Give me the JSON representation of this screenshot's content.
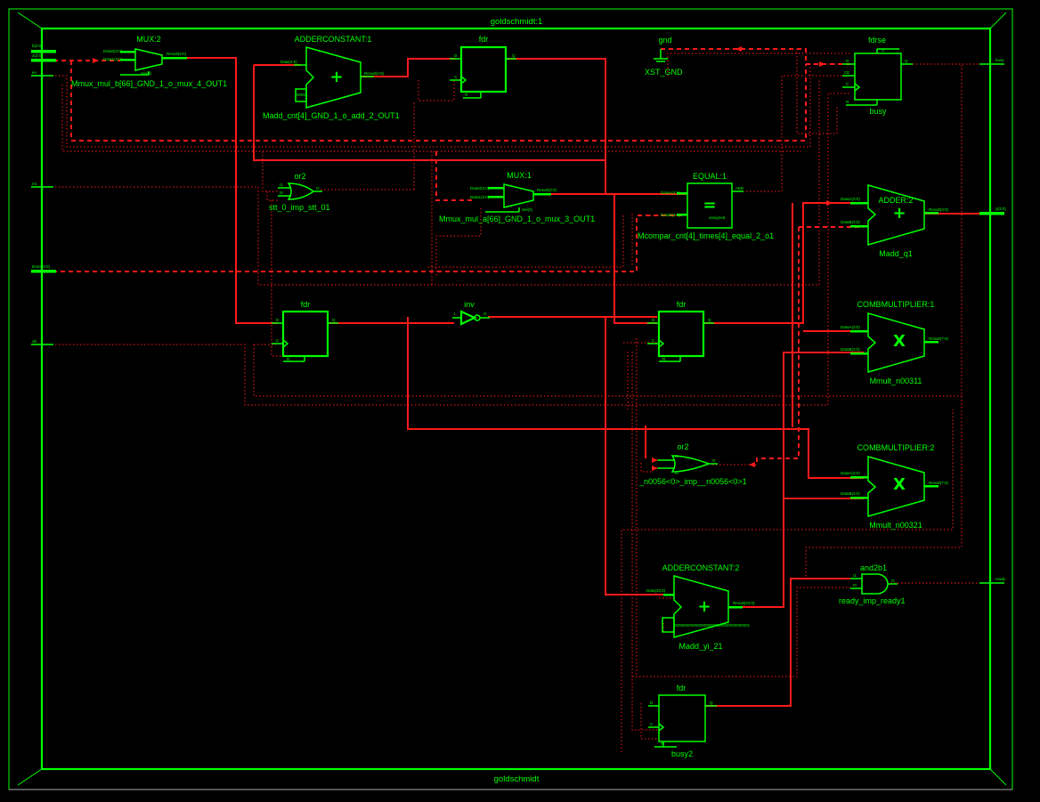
{
  "top_title": "goldschmidt:1",
  "bottom_title": "goldschmidt",
  "ports": {
    "in": [
      "b(3:0)",
      "a(3:0)",
      "en",
      "rst",
      "times(3:0)",
      "clk"
    ],
    "out": [
      "busy",
      "q(3:0)",
      "ready"
    ]
  },
  "blocks": {
    "mux2": {
      "title": "MUX:2",
      "name": "Mmux_mul_b[66]_GND_1_o_mux_4_OUT1",
      "pins": [
        "Data0(3:0)",
        "Data1(3:0)",
        "Sel(0)",
        "Result(3:0)"
      ]
    },
    "addconst1": {
      "title": "ADDERCONSTANT:1",
      "name": "Madd_cnt[4]_GND_1_o_add_2_OUT1",
      "pins": [
        "Data(4:0)",
        "Result(4:0)",
        "00001"
      ],
      "symbol": "+"
    },
    "fdr_top": {
      "title": "fdr",
      "pins": [
        "D",
        "C",
        "R",
        "Q"
      ]
    },
    "gnd": {
      "title": "gnd",
      "name": "XST_GND"
    },
    "fdrse": {
      "title": "fdrse",
      "name": "busy",
      "pins": [
        "D",
        "CE",
        "C",
        "R",
        "S",
        "Q"
      ]
    },
    "or2_a": {
      "title": "or2",
      "name": "stt_0_imp_stt_01",
      "pins": [
        "I1",
        "I0",
        "O"
      ]
    },
    "mux1": {
      "title": "MUX:1",
      "name": "Mmux_mul_a[66]_GND_1_o_mux_3_OUT1",
      "pins": [
        "Data0(3:0)",
        "Data1(3:0)",
        "Sel(0)",
        "Result(3:0)"
      ]
    },
    "equal": {
      "title": "EQUAL:1",
      "name": "Mcompar_cnt[4]_times[4]_equal_2_o1",
      "pins": [
        "DataA(4:0)",
        "DataB(4:0)",
        "AEB",
        "unsigned"
      ],
      "symbol": "="
    },
    "adder2": {
      "title": "ADDER:2",
      "name": "Madd_q1",
      "pins": [
        "DataA(3:0)",
        "DataB(3:0)",
        "Result(3:0)"
      ],
      "symbol": "+"
    },
    "fdr_mid1": {
      "title": "fdr",
      "pins": [
        "D",
        "C",
        "R",
        "Q"
      ]
    },
    "inv": {
      "title": "inv",
      "pins": [
        "I",
        "O"
      ]
    },
    "fdr_mid2": {
      "title": "fdr",
      "pins": [
        "D",
        "C",
        "R",
        "Q"
      ]
    },
    "mult1": {
      "title": "COMBMULTIPLIER:1",
      "name": "Mmult_n00311",
      "pins": [
        "DataA(3:0)",
        "DataB(3:0)",
        "Result(7:0)"
      ],
      "symbol": "X"
    },
    "or2_b": {
      "title": "or2",
      "name": "_n0056<0>_imp__n0056<0>1",
      "pins": [
        "I1",
        "I0",
        "O"
      ]
    },
    "mult2": {
      "title": "COMBMULTIPLIER:2",
      "name": "Mmult_n00321",
      "pins": [
        "DataA(3:0)",
        "DataB(3:0)",
        "Result(7:0)"
      ],
      "symbol": "X"
    },
    "addconst2": {
      "title": "ADDERCONSTANT:2",
      "name": "Madd_yi_21",
      "pins": [
        "Data(33:0)",
        "Result(33:0)",
        "0000000000000000000000000000000001"
      ],
      "symbol": "+"
    },
    "and2b1": {
      "title": "and2b1",
      "name": "ready_imp_ready1",
      "pins": [
        "I1",
        "I0",
        "O"
      ]
    },
    "fdr_busy2": {
      "title": "fdr",
      "name": "busy2",
      "pins": [
        "D",
        "C",
        "R",
        "Q"
      ]
    }
  },
  "colors": {
    "primitive": "#00ff00",
    "net": "#ff1a1a",
    "background": "#000000"
  }
}
